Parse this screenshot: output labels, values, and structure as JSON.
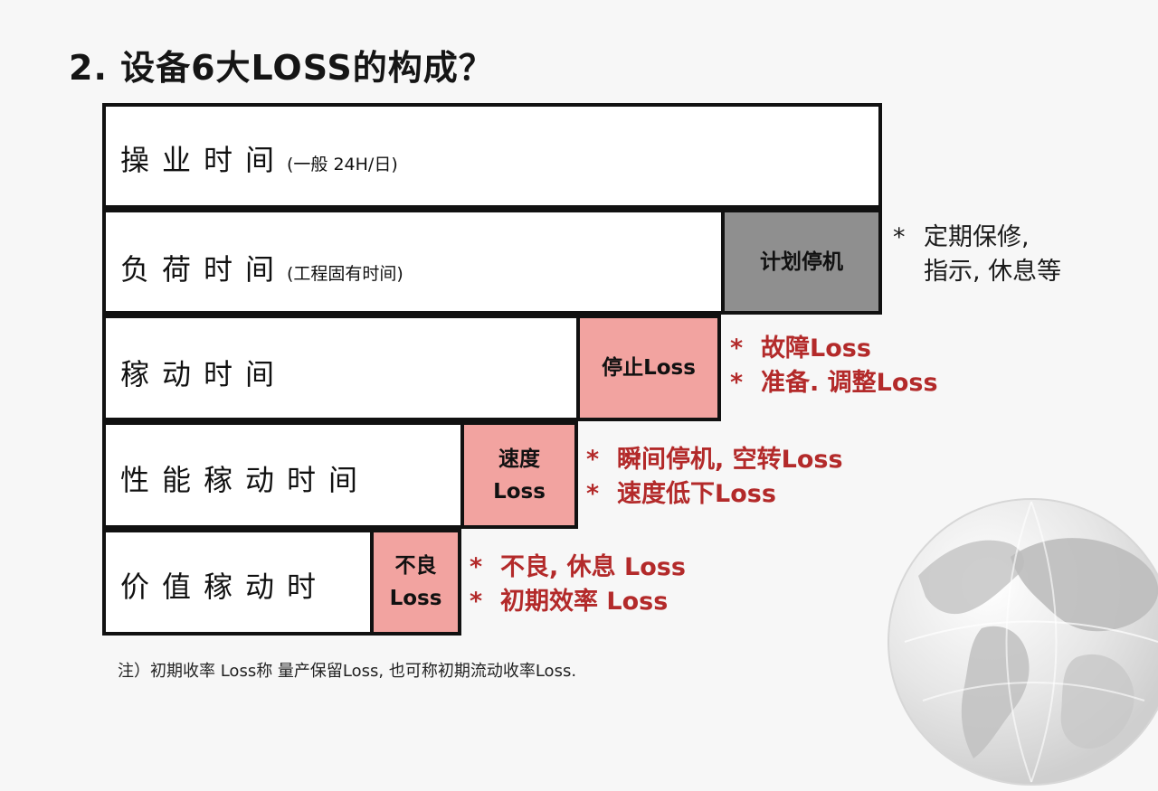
{
  "title": "2. 设备6大LOSS的构成？",
  "rows": [
    {
      "main": "操业时间",
      "sub": "(一般 24H/日)"
    },
    {
      "main": "负荷时间",
      "sub": "(工程固有时间)"
    },
    {
      "main": "稼动时间",
      "sub": ""
    },
    {
      "main": "性能稼动时间",
      "sub": ""
    },
    {
      "main": "价值稼动时",
      "sub": ""
    }
  ],
  "loss_boxes": [
    {
      "lines": [
        "计划停机"
      ],
      "color": "#8f8f8f"
    },
    {
      "lines": [
        "停止Loss"
      ],
      "color": "#f2a3a0"
    },
    {
      "lines": [
        "速度",
        "Loss"
      ],
      "color": "#f2a3a0"
    },
    {
      "lines": [
        "不良",
        "Loss"
      ],
      "color": "#f2a3a0"
    }
  ],
  "notes": [
    {
      "color": "#1b1b1b",
      "lines": [
        "*",
        "定期保修,",
        "",
        "指示, 休息等"
      ]
    },
    {
      "color": "#b32a2a",
      "lines": [
        "*",
        "故障Loss",
        "*",
        "准备. 调整Loss"
      ]
    },
    {
      "color": "#b32a2a",
      "lines": [
        "*",
        "瞬间停机, 空转Loss",
        "*",
        "速度低下Loss"
      ]
    },
    {
      "color": "#b32a2a",
      "lines": [
        "*",
        "不良, 休息 Loss",
        "*",
        "初期效率 Loss"
      ]
    }
  ],
  "footnote": "注）初期收率 Loss称 量产保留Loss, 也可称初期流动收率Loss."
}
